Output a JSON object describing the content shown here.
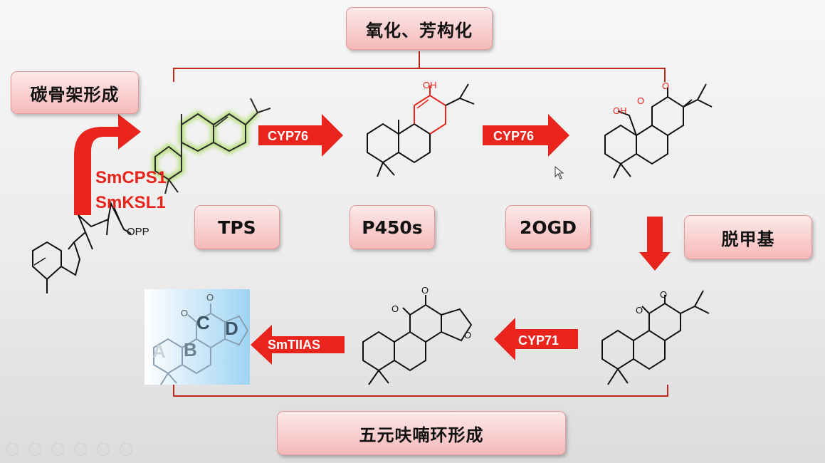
{
  "labels": {
    "oxidation": "氧化、芳构化",
    "skeleton": "碳骨架形成",
    "demethylation": "脱甲基",
    "furan": "五元呋喃环形成"
  },
  "enzyme_classes": {
    "tps": "TPS",
    "p450": "P450s",
    "ogd": "2OGD"
  },
  "genes": {
    "cps": "SmCPS1",
    "ksl": "SmKSL1"
  },
  "arrows": {
    "cyp76_a": "CYP76",
    "cyp76_b": "CYP76",
    "cyp71": "CYP71",
    "smtiias": "SmTIIAS"
  },
  "chem": {
    "opp": "OPP",
    "oh": "OH",
    "oh2": "OH",
    "o": "O"
  },
  "rings": {
    "a": "A",
    "b": "B",
    "c": "C",
    "d": "D"
  },
  "colors": {
    "accent_red": "#e8241c",
    "box_pink": "#f6b9b9",
    "highlight_green": "#b6e07a",
    "bracket": "#c0281e"
  }
}
